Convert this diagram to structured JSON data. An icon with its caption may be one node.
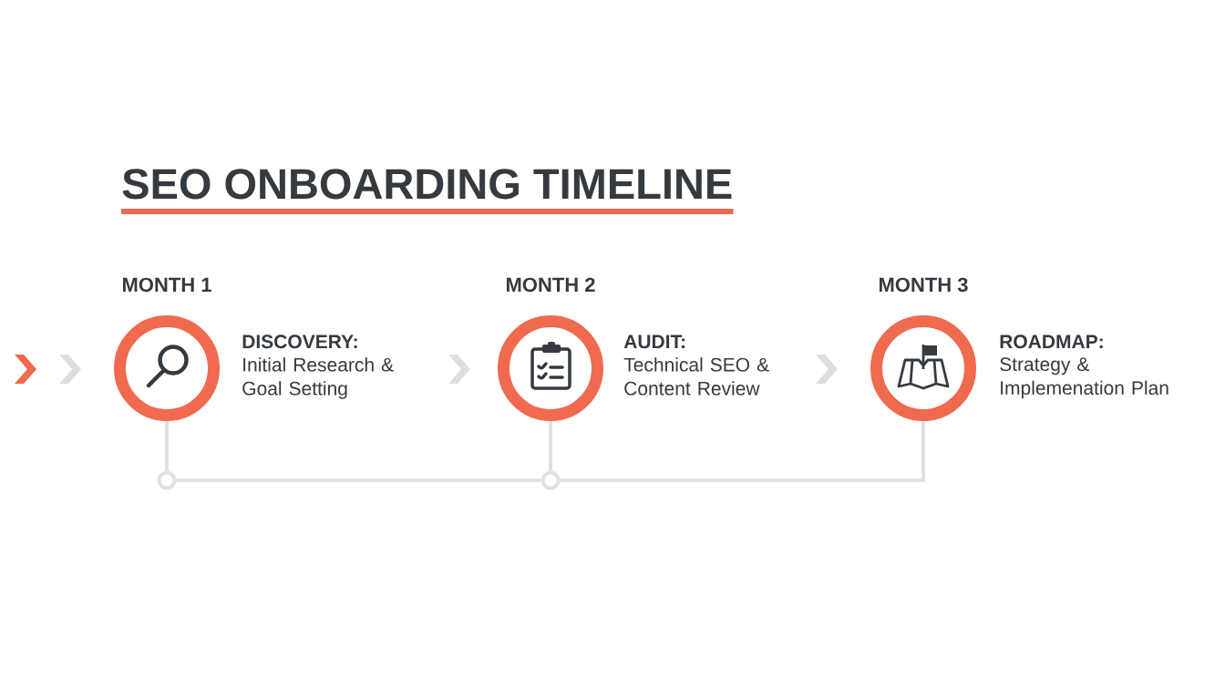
{
  "diagram": {
    "title": "SEO ONBOARDING TIMELINE",
    "nodes": [
      {
        "text": [
          "MONTH 1"
        ],
        "beside": [
          "DISCOVERY:",
          "Initial Research & Goal Setting"
        ]
      },
      {
        "text": [
          "MONTH 2"
        ],
        "beside": [
          "AUDIT:",
          "Technical SEO & Content Review"
        ]
      },
      {
        "text": [
          "MONTH 3"
        ],
        "beside": [
          "ROADMAP:",
          "Strategy & Implemenation Plan"
        ]
      },
      {
        "text": [],
        "shape": "circle"
      },
      {
        "text": [],
        "shape": "circle"
      }
    ],
    "edges": [
      {
        "from": 0,
        "to": 3,
        "arrow": "none"
      },
      {
        "from": 3,
        "to": 4,
        "arrow": "none"
      },
      {
        "from": 4,
        "to": 1,
        "arrow": "none"
      },
      {
        "from": 4,
        "to": 2,
        "arrow": "none"
      }
    ]
  }
}
